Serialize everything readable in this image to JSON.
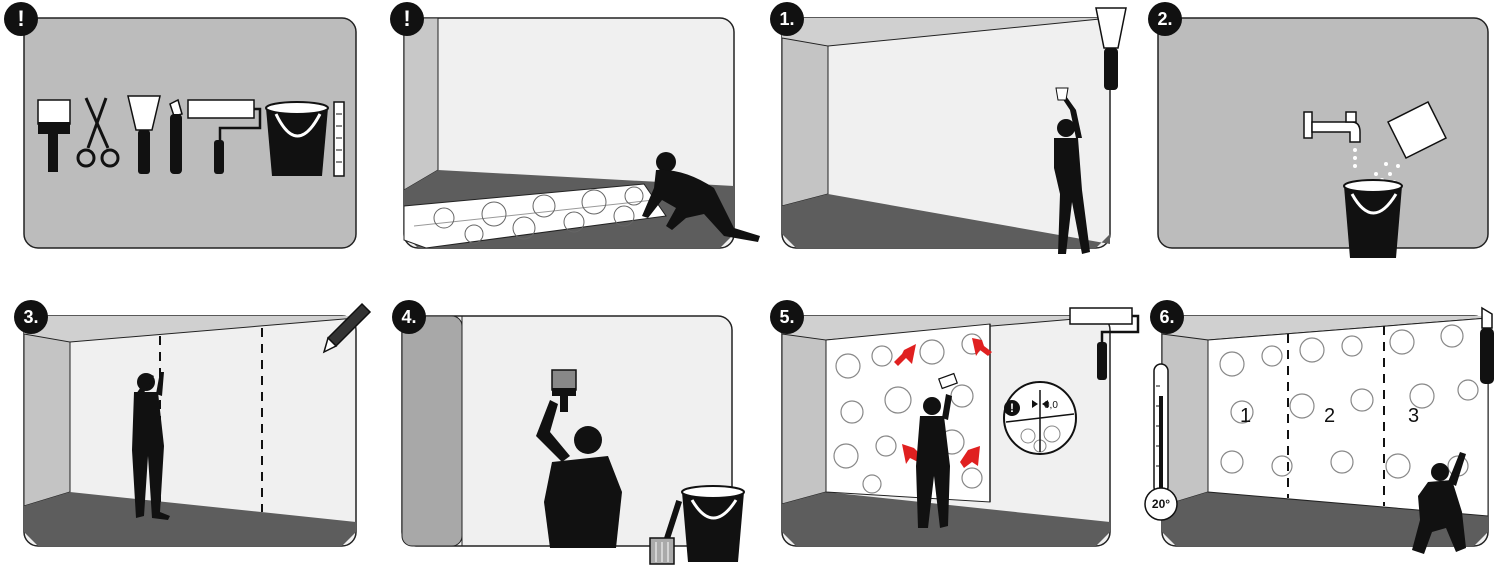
{
  "steps": [
    {
      "id": "tools",
      "badge": "!"
    },
    {
      "id": "prepare",
      "badge": "!"
    },
    {
      "id": "scrape",
      "badge": "1."
    },
    {
      "id": "mix",
      "badge": "2."
    },
    {
      "id": "mark",
      "badge": "3."
    },
    {
      "id": "paste",
      "badge": "4."
    },
    {
      "id": "apply",
      "badge": "5."
    },
    {
      "id": "finish",
      "badge": "6."
    }
  ],
  "detail": {
    "gap_label": "0,0",
    "warning": "!"
  },
  "temperature": {
    "label": "20°"
  },
  "strips": [
    {
      "label": "1"
    },
    {
      "label": "2"
    },
    {
      "label": "3"
    }
  ]
}
